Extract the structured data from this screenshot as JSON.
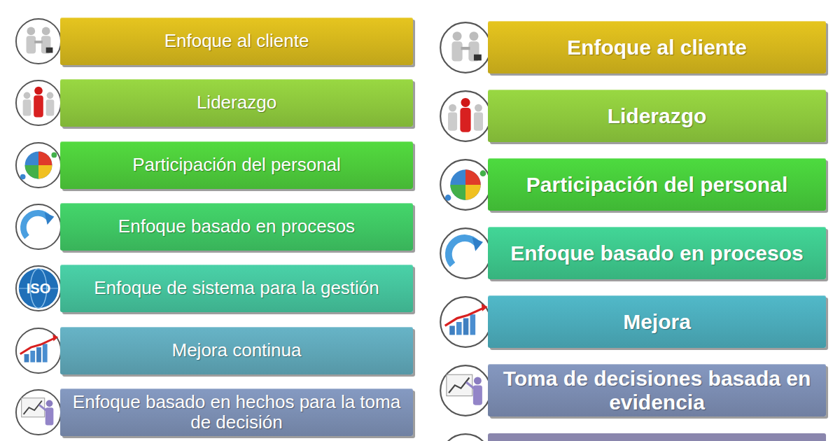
{
  "diagram": {
    "nodes": [
      {
        "text": [
          "Enfoque al cliente"
        ]
      },
      {
        "text": [
          "Liderazgo"
        ]
      },
      {
        "text": [
          "Participación del personal"
        ]
      },
      {
        "text": [
          "Enfoque basado en procesos"
        ]
      },
      {
        "text": [
          "Enfoque de sistema para la gestión"
        ]
      },
      {
        "text": [
          "Mejora continua"
        ]
      },
      {
        "text": [
          "Enfoque basado en hechos para la toma de decisión"
        ]
      },
      {
        "text": [
          "Enfoque al cliente"
        ]
      },
      {
        "text": [
          "Liderazgo"
        ]
      },
      {
        "text": [
          "Participación del personal"
        ]
      },
      {
        "text": [
          "Enfoque basado en procesos"
        ]
      },
      {
        "text": [
          "Mejora"
        ]
      },
      {
        "text": [
          "Toma de decisiones basada en evidencia"
        ]
      }
    ],
    "labels": [
      "ISO"
    ]
  }
}
